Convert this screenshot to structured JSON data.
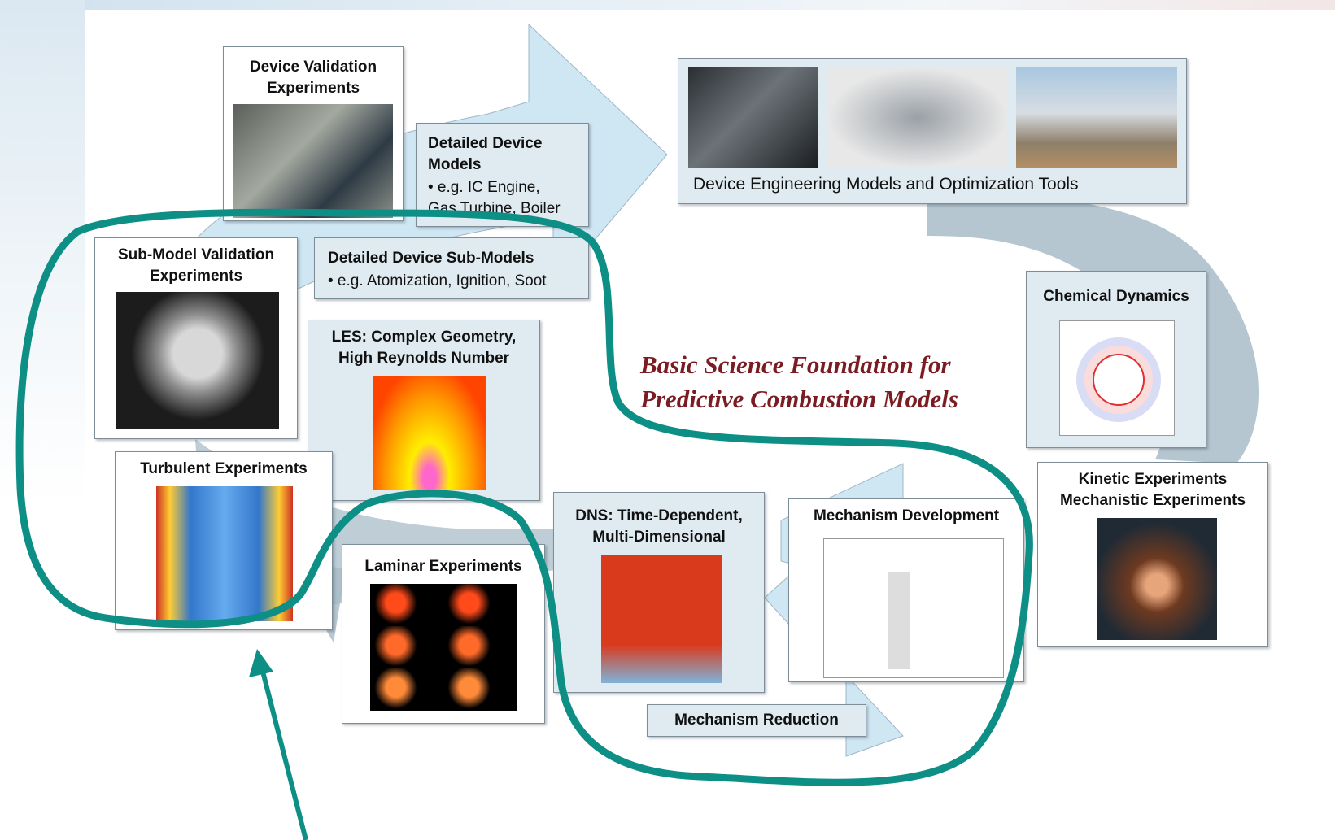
{
  "center_caption": "Basic Science Foundation for\nPredictive Combustion Models",
  "boxes": {
    "device_validation": {
      "title": "Device Validation\nExperiments"
    },
    "detailed_device_models": {
      "title": "Detailed Device\nModels",
      "bullet": "• e.g. IC Engine,\nGas Turbine, Boiler"
    },
    "device_engineering": {
      "caption": "Device Engineering Models and Optimization Tools"
    },
    "submodel_validation": {
      "title": "Sub-Model Validation\nExperiments"
    },
    "detailed_submodels": {
      "title": "Detailed Device Sub-Models",
      "bullet": "• e.g. Atomization, Ignition, Soot"
    },
    "les": {
      "title": "LES: Complex Geometry,\nHigh Reynolds Number"
    },
    "chemical_dynamics": {
      "title": "Chemical Dynamics"
    },
    "turbulent": {
      "title": "Turbulent Experiments"
    },
    "laminar": {
      "title": "Laminar Experiments"
    },
    "dns": {
      "title": "DNS: Time-Dependent,\nMulti-Dimensional"
    },
    "mechanism_dev": {
      "title": "Mechanism Development"
    },
    "kinetic": {
      "title": "Kinetic Experiments\nMechanistic Experiments"
    },
    "mechanism_reduction": {
      "title": "Mechanism Reduction"
    }
  },
  "colors": {
    "arrow_light": "#cfe6f3",
    "arrow_dark": "#a8bcc8",
    "teal_outline": "#0e8f86",
    "caption_red": "#7a1c22"
  },
  "icons": [
    "engine-photo",
    "turbine-photo",
    "power-plant-photo",
    "flame-heatmap",
    "plot-thumbnail"
  ]
}
